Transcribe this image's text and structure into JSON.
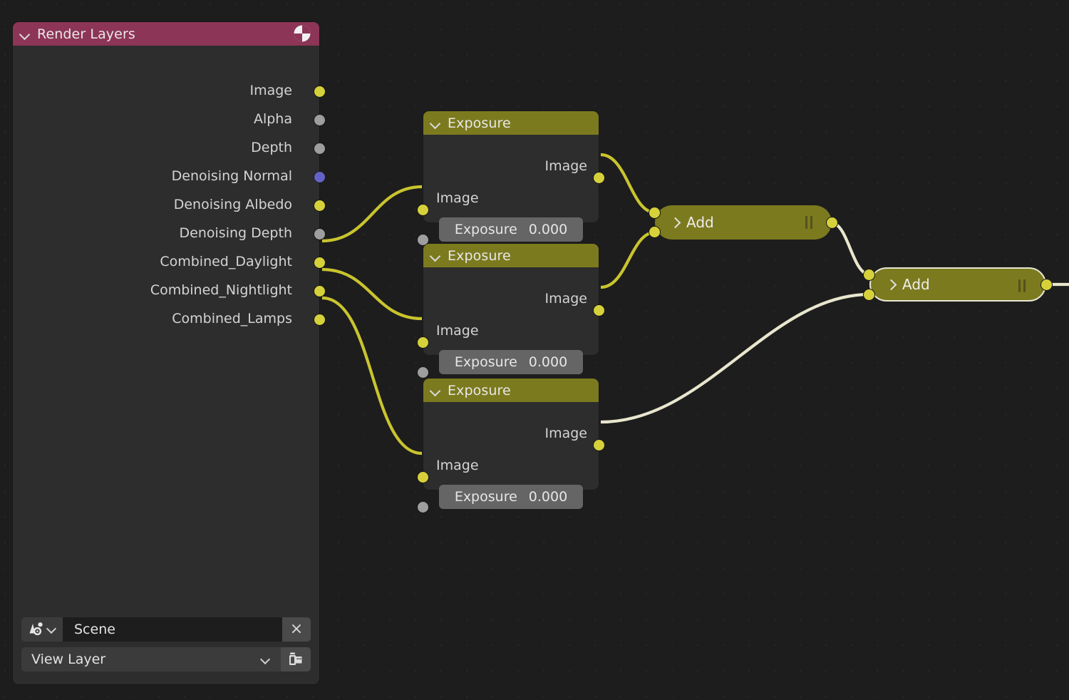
{
  "editor": {
    "name": "blender-compositor-node-editor",
    "background_color": "#1d1d1d",
    "grid_dot_color": "#262626"
  },
  "colors": {
    "render_layers_header": "#8d3556",
    "converter_header": "#7c7a1e",
    "node_body": "#2d2d2d",
    "socket_image": "#d6d13a",
    "socket_value": "#9e9e9e",
    "socket_vector": "#6363c7",
    "noodle_default": "#c9c42e",
    "noodle_selected": "#e8e6cd",
    "selection_outline": "#e6e6d2"
  },
  "nodes": {
    "render_layers": {
      "title": "Render Layers",
      "header_icon": "render-layers-sphere-icon",
      "collapse_icon": "chevron-down-icon",
      "outputs": [
        {
          "label": "Image",
          "type": "image"
        },
        {
          "label": "Alpha",
          "type": "value"
        },
        {
          "label": "Depth",
          "type": "value"
        },
        {
          "label": "Denoising Normal",
          "type": "vector"
        },
        {
          "label": "Denoising Albedo",
          "type": "image"
        },
        {
          "label": "Denoising Depth",
          "type": "value"
        },
        {
          "label": "Combined_Daylight",
          "type": "image"
        },
        {
          "label": "Combined_Nightlight",
          "type": "image"
        },
        {
          "label": "Combined_Lamps",
          "type": "image"
        }
      ],
      "scene_field": {
        "icon": "scene-data-icon",
        "dropdown_icon": "chevron-down-icon",
        "value": "Scene",
        "clear_label": "×"
      },
      "view_layer_field": {
        "value": "View Layer",
        "dropdown_icon": "chevron-down-icon",
        "side_icon": "renderlayers-icon"
      }
    },
    "exposure_nodes": [
      {
        "title": "Exposure",
        "collapse_icon": "chevron-down-icon",
        "output_label": "Image",
        "input_label": "Image",
        "property_label": "Exposure",
        "property_value": "0.000"
      },
      {
        "title": "Exposure",
        "collapse_icon": "chevron-down-icon",
        "output_label": "Image",
        "input_label": "Image",
        "property_label": "Exposure",
        "property_value": "0.000"
      },
      {
        "title": "Exposure",
        "collapse_icon": "chevron-down-icon",
        "output_label": "Image",
        "input_label": "Image",
        "property_label": "Exposure",
        "property_value": "0.000"
      }
    ],
    "add_nodes": [
      {
        "title": "Add",
        "expand_icon": "chevron-right-icon",
        "mute_icon": "pause-bars-icon",
        "selected": false
      },
      {
        "title": "Add",
        "expand_icon": "chevron-right-icon",
        "mute_icon": "pause-bars-icon",
        "selected": true
      }
    ]
  },
  "links": [
    {
      "from": "render_layers.Combined_Daylight",
      "to": "exposure_1.Image",
      "style": "default"
    },
    {
      "from": "render_layers.Combined_Nightlight",
      "to": "exposure_2.Image",
      "style": "default"
    },
    {
      "from": "render_layers.Combined_Lamps",
      "to": "exposure_3.Image",
      "style": "default"
    },
    {
      "from": "exposure_1.Image",
      "to": "add_1.input_1",
      "style": "default"
    },
    {
      "from": "exposure_2.Image",
      "to": "add_1.input_2",
      "style": "default"
    },
    {
      "from": "exposure_3.Image",
      "to": "add_2.input_2",
      "style": "selected"
    },
    {
      "from": "add_1.output",
      "to": "add_2.input_1",
      "style": "selected"
    },
    {
      "from": "add_2.output",
      "to": "offscreen",
      "style": "selected"
    }
  ]
}
